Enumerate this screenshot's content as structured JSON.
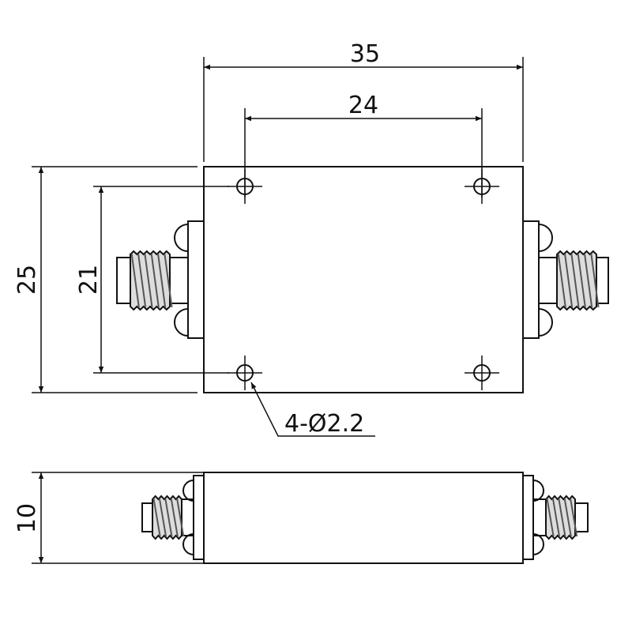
{
  "drawing": {
    "dimensions": {
      "overall_length": "35",
      "hole_spacing_x": "24",
      "overall_width": "25",
      "hole_spacing_y": "21",
      "height": "10"
    },
    "hole_callout": "4-Ø2.2",
    "colors": {
      "line": "#111111",
      "background": "#ffffff"
    }
  }
}
